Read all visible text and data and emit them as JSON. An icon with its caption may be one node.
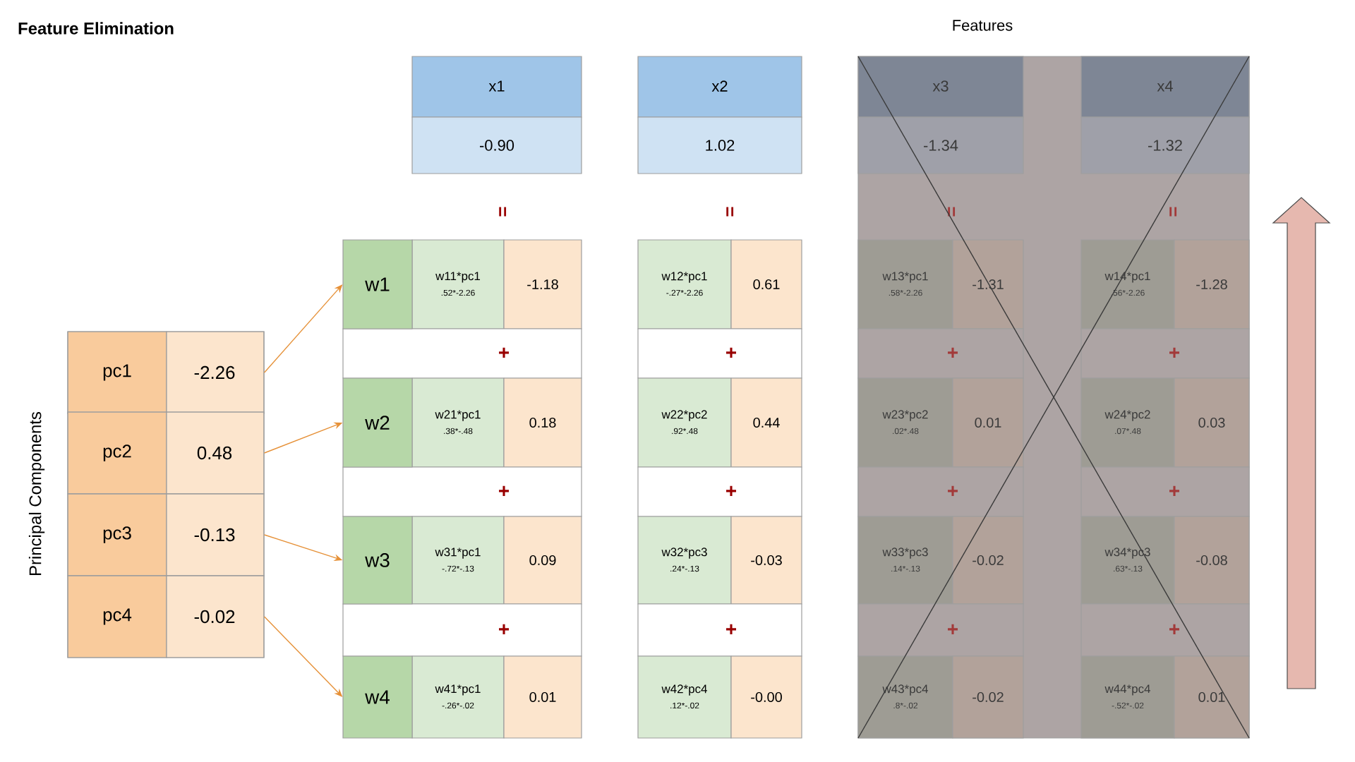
{
  "diagram": {
    "title": "Feature Elimination",
    "nodes": [
      {
        "text": [
          "pc1",
          "-2.26"
        ]
      },
      {
        "text": [
          "pc2",
          "0.48"
        ]
      },
      {
        "text": [
          "pc3",
          "-0.13"
        ]
      },
      {
        "text": [
          "pc4",
          "-0.02"
        ]
      },
      {
        "text": [
          "w1"
        ]
      },
      {
        "text": [
          "w2"
        ]
      },
      {
        "text": [
          "w3"
        ]
      },
      {
        "text": [
          "w4"
        ]
      }
    ],
    "edges": [
      {
        "from": 0,
        "to": 4,
        "arrow": "to"
      },
      {
        "from": 1,
        "to": 5,
        "arrow": "to"
      },
      {
        "from": 2,
        "to": 6,
        "arrow": "to"
      },
      {
        "from": 3,
        "to": 7,
        "arrow": "to"
      }
    ],
    "labels": [
      "Features",
      "x1",
      "x2",
      "x3",
      "x4",
      "-0.90",
      "1.02",
      "-1.34",
      "-1.32",
      "=",
      "=",
      "=",
      "=",
      "w11*pc1",
      ".52*-2.26",
      "-1.18",
      "w12*pc1",
      "-.27*-2.26",
      "0.61",
      "w13*pc1",
      ".58*-2.26",
      "-1.31",
      "w14*pc1",
      ".56*-2.26",
      "-1.28",
      "+",
      "+",
      "+",
      "+",
      "w21*pc1",
      ".38*-.48",
      "0.18",
      "w22*pc2",
      ".92*.48",
      "0.44",
      "w23*pc2",
      ".02*.48",
      "0.01",
      "w24*pc2",
      ".07*.48",
      "0.03",
      "+",
      "+",
      "+",
      "+",
      "w31*pc1",
      "-.72*-.13",
      "0.09",
      "w32*pc3",
      ".24*-.13",
      "-0.03",
      "w33*pc3",
      ".14*-.13",
      "-0.02",
      "w34*pc3",
      ".63*-.13",
      "-0.08",
      "+",
      "+",
      "+",
      "+",
      "w41*pc1",
      "-.26*-.02",
      "0.01",
      "w42*pc4",
      ".12*-.02",
      "-0.00",
      "w43*pc4",
      ".8*-.02",
      "-0.02",
      "w44*pc4",
      "-.52*-.02",
      "0.01",
      "Principal Components"
    ]
  }
}
